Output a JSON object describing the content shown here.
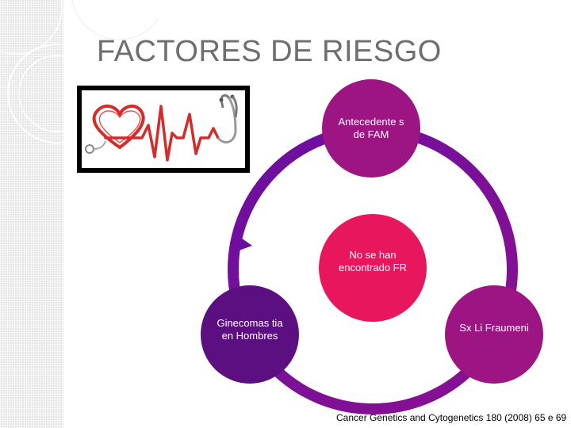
{
  "slide": {
    "title": "FACTORES DE RIESGO",
    "citation": "Cancer Genetics and Cytogenetics 180 (2008) 65 e 69"
  },
  "image": {
    "icon": "heart-ecg-stethoscope-icon"
  },
  "diagram": {
    "center": {
      "label": "No se han encontrado FR",
      "color": "#e8175d"
    },
    "nodes": [
      {
        "label": "Antecedente s de FAM",
        "color": "#9c1583"
      },
      {
        "label": "Sx Li Fraumeni",
        "color": "#9c1583"
      },
      {
        "label": "Ginecomas tia en Hombres",
        "color": "#5c0f80"
      }
    ],
    "ring_colors": [
      "#6a0fa0",
      "#8b1090"
    ]
  }
}
